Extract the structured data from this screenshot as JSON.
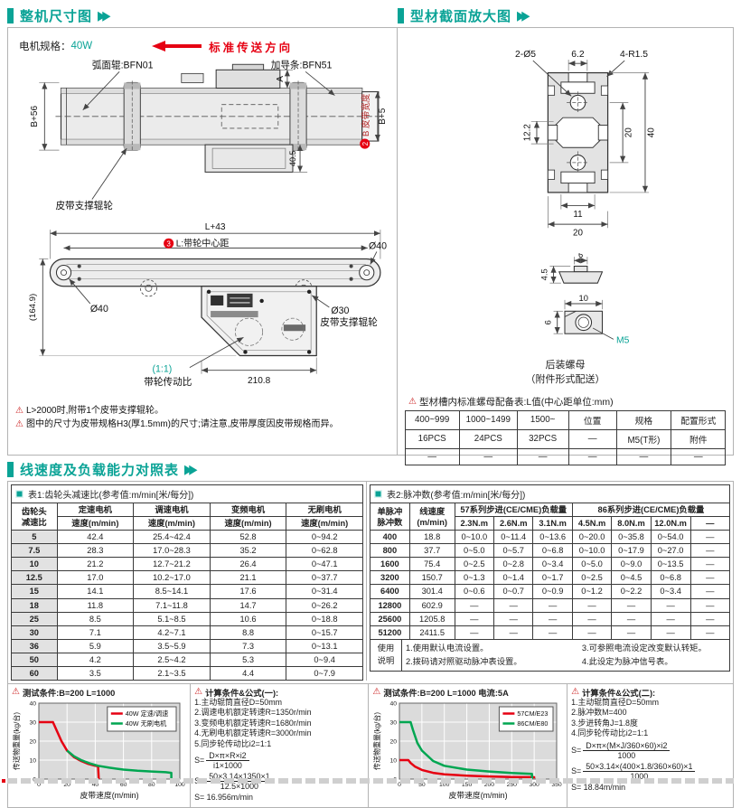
{
  "icons": {
    "warning": "⚠",
    "play": "▶▶"
  },
  "colors": {
    "teal": "#0aa396",
    "red": "#e60012",
    "green": "#00a651"
  },
  "sections": {
    "s1": "整机尺寸图",
    "s2": "型材截面放大图",
    "s3": "线速度及负载能力对照表"
  },
  "header_left": {
    "motor_label": "电机规格：",
    "motor_value": "40W",
    "direction": "标准传送方向"
  },
  "drawing_top": {
    "label_arc_roller": "弧面辊:BFN01",
    "label_guide": "加导条:BFN51",
    "label_support": "皮带支撑辊轮",
    "dim_b56": "B+56",
    "dim_a": "A",
    "dim_405": "40.5",
    "belt_badge": "2",
    "belt_width_label": "B 皮带宽度",
    "dim_b5": "B+5"
  },
  "drawing_side": {
    "dim_l43": "L+43",
    "center_badge": "3",
    "center_label": "L:带轮中心距",
    "dim_1649": "(164.9)",
    "dia40_left": "Ø40",
    "dia40_right": "Ø40",
    "dia30": "Ø30",
    "support_label": "皮带支撑辊轮",
    "ratio_value": "(1:1)",
    "ratio_label": "带轮传动比",
    "dim_2108": "210.8"
  },
  "notes": [
    "L>2000时,附带1个皮带支撑辊轮。",
    "图中的尺寸为皮带规格H3(厚1.5mm)的尺寸;请注意,皮带厚度因皮带规格而异。"
  ],
  "profile": {
    "dim_2d5": "2-Ø5",
    "dim_62": "6.2",
    "dim_4r15": "4-R1.5",
    "dim_122": "12.2",
    "dim_20_inner": "20",
    "dim_40": "40",
    "dim_11": "11",
    "dim_20_outer": "20"
  },
  "nut": {
    "dim_6_top": "6",
    "dim_45": "4.5",
    "dim_10": "10",
    "dim_6_side": "6",
    "thread": "M5",
    "caption1": "后装螺母",
    "caption2": "（附件形式配送）"
  },
  "nut_table": {
    "title": "型材槽内标准螺母配备表:L值(中心距单位:mm)",
    "rows": [
      [
        "400~999",
        "1000~1499",
        "1500~",
        "位置",
        "规格",
        "配置形式"
      ],
      [
        "16PCS",
        "24PCS",
        "32PCS",
        "—",
        "M5(T形)",
        "附件"
      ],
      [
        "—",
        "—",
        "—",
        "—",
        "—",
        "—"
      ]
    ]
  },
  "table1": {
    "title": "表1:齿轮头减速比(参考值:m/min[米/每分])",
    "head_col_line1": "齿轮头",
    "head_col_line2": "减速比",
    "motor_headers": [
      "定速电机",
      "调速电机",
      "变频电机",
      "无刷电机"
    ],
    "speed_header": "速度(m/min)",
    "rows": [
      [
        "5",
        "42.4",
        "25.4~42.4",
        "52.8",
        "0~94.2"
      ],
      [
        "7.5",
        "28.3",
        "17.0~28.3",
        "35.2",
        "0~62.8"
      ],
      [
        "10",
        "21.2",
        "12.7~21.2",
        "26.4",
        "0~47.1"
      ],
      [
        "12.5",
        "17.0",
        "10.2~17.0",
        "21.1",
        "0~37.7"
      ],
      [
        "15",
        "14.1",
        "8.5~14.1",
        "17.6",
        "0~31.4"
      ],
      [
        "18",
        "11.8",
        "7.1~11.8",
        "14.7",
        "0~26.2"
      ],
      [
        "25",
        "8.5",
        "5.1~8.5",
        "10.6",
        "0~18.8"
      ],
      [
        "30",
        "7.1",
        "4.2~7.1",
        "8.8",
        "0~15.7"
      ],
      [
        "36",
        "5.9",
        "3.5~5.9",
        "7.3",
        "0~13.1"
      ],
      [
        "50",
        "4.2",
        "2.5~4.2",
        "5.3",
        "0~9.4"
      ],
      [
        "60",
        "3.5",
        "2.1~3.5",
        "4.4",
        "0~7.9"
      ]
    ]
  },
  "table2": {
    "title": "表2:脉冲数(参考值:m/min[米/每分])",
    "head_col1_line1": "单脉冲",
    "head_col1_line2": "脉冲数",
    "head_col2_line1": "线速度",
    "head_col2_line2": "(m/min)",
    "group57": "57系列步进(CE/CME)负载量",
    "group86": "86系列步进(CE/CME)负载量",
    "sub_headers": [
      "2.3N.m",
      "2.6N.m",
      "3.1N.m",
      "4.5N.m",
      "8.0N.m",
      "12.0N.m",
      "—"
    ],
    "rows": [
      [
        "400",
        "18.8",
        "0~10.0",
        "0~11.4",
        "0~13.6",
        "0~20.0",
        "0~35.8",
        "0~54.0",
        "—"
      ],
      [
        "800",
        "37.7",
        "0~5.0",
        "0~5.7",
        "0~6.8",
        "0~10.0",
        "0~17.9",
        "0~27.0",
        "—"
      ],
      [
        "1600",
        "75.4",
        "0~2.5",
        "0~2.8",
        "0~3.4",
        "0~5.0",
        "0~9.0",
        "0~13.5",
        "—"
      ],
      [
        "3200",
        "150.7",
        "0~1.3",
        "0~1.4",
        "0~1.7",
        "0~2.5",
        "0~4.5",
        "0~6.8",
        "—"
      ],
      [
        "6400",
        "301.4",
        "0~0.6",
        "0~0.7",
        "0~0.9",
        "0~1.2",
        "0~2.2",
        "0~3.4",
        "—"
      ],
      [
        "12800",
        "602.9",
        "—",
        "—",
        "—",
        "—",
        "—",
        "—",
        "—"
      ],
      [
        "25600",
        "1205.8",
        "—",
        "—",
        "—",
        "—",
        "—",
        "—",
        "—"
      ],
      [
        "51200",
        "2411.5",
        "—",
        "—",
        "—",
        "—",
        "—",
        "—",
        "—"
      ]
    ]
  },
  "usage": {
    "label_line1": "使用",
    "label_line2": "说明",
    "notes_left": [
      "1.使用默认电流设置。",
      "2.拨码请对照驱动脉冲表设置。"
    ],
    "notes_right": [
      "3.可参照电流设定改变默认转矩。",
      "4.此设定为脉冲信号表。"
    ]
  },
  "chart_data": [
    {
      "type": "line",
      "condition": "测试条件:B=200  L=1000",
      "xlabel": "皮带速度(m/min)",
      "ylabel": "传送物重量(kg/台)",
      "xlim": [
        0,
        100
      ],
      "ylim": [
        0,
        40
      ],
      "xticks": [
        0,
        20,
        40,
        60,
        80,
        100
      ],
      "yticks": [
        0,
        10,
        20,
        30,
        40
      ],
      "grid": true,
      "legend_position": "top-right",
      "series": [
        {
          "name": "40W 定速/调速",
          "color": "#e60012",
          "points": [
            [
              0,
              30
            ],
            [
              10,
              30
            ],
            [
              13,
              25
            ],
            [
              16,
              20
            ],
            [
              20,
              15
            ],
            [
              25,
              11.5
            ],
            [
              30,
              9.5
            ],
            [
              35,
              8
            ],
            [
              40,
              7
            ],
            [
              42,
              6.8
            ],
            [
              42.5,
              0
            ]
          ]
        },
        {
          "name": "40W 无刷电机",
          "color": "#00a651",
          "points": [
            [
              20,
              15
            ],
            [
              25,
              12
            ],
            [
              30,
              10
            ],
            [
              36,
              8.3
            ],
            [
              42,
              7
            ],
            [
              50,
              6
            ],
            [
              60,
              5
            ],
            [
              70,
              4.4
            ],
            [
              80,
              4
            ],
            [
              90,
              3.6
            ],
            [
              94,
              3.3
            ],
            [
              94,
              0
            ]
          ]
        }
      ]
    },
    {
      "type": "line",
      "condition": "测试条件:B=200  L=1000  电流:5A",
      "xlabel": "皮带速度(m/min)",
      "ylabel": "传送物重量(kg/台)",
      "xlim": [
        0,
        350
      ],
      "ylim": [
        0,
        40
      ],
      "xticks": [
        0,
        50,
        100,
        150,
        200,
        250,
        300,
        350
      ],
      "yticks": [
        0,
        10,
        20,
        30,
        40
      ],
      "grid": true,
      "legend_position": "top-right",
      "series": [
        {
          "name": "57CM/E23",
          "color": "#e60012",
          "points": [
            [
              0,
              10
            ],
            [
              20,
              10
            ],
            [
              25,
              8.5
            ],
            [
              35,
              6.5
            ],
            [
              50,
              4.8
            ],
            [
              75,
              3.3
            ],
            [
              100,
              2.5
            ],
            [
              150,
              1.8
            ],
            [
              200,
              1.4
            ],
            [
              250,
              1.1
            ],
            [
              300,
              1
            ],
            [
              300,
              0.4
            ]
          ]
        },
        {
          "name": "86CM/E80",
          "color": "#00a651",
          "points": [
            [
              0,
              30
            ],
            [
              25,
              30
            ],
            [
              30,
              26
            ],
            [
              40,
              19
            ],
            [
              50,
              15
            ],
            [
              75,
              9.5
            ],
            [
              100,
              7
            ],
            [
              150,
              5
            ],
            [
              200,
              4
            ],
            [
              250,
              3.2
            ],
            [
              295,
              2.7
            ],
            [
              295,
              0
            ]
          ]
        }
      ]
    }
  ],
  "formula1": {
    "title": "计算条件&公式(一):",
    "lines": [
      "1.主动辊筒直径D=50mm",
      "2.调速电机额定转速R=1350r/min",
      "3.变频电机额定转速R=1680r/min",
      "4.无刷电机额定转速R=3000r/min",
      "5.同步轮传动比i2=1:1"
    ],
    "s_label": "S=",
    "f1_num": "D×π×R×i2",
    "f1_den": "i1×1000",
    "f2_num": "50×3.14×1350×1",
    "f2_den": "12.5×1000",
    "result": "S= 16.956m/min"
  },
  "formula2": {
    "title": "计算条件&公式(二):",
    "lines": [
      "1.主动辊筒直径D=50mm",
      "2.脉冲数M=400",
      "3.步进转角J=1.8度",
      "4.同步轮传动比i2=1:1"
    ],
    "s_label": "S=",
    "f1_num": "D×π×(M×J/360×60)×i2",
    "f1_den": "1000",
    "f2_num": "50×3.14×(400×1.8/360×60)×1",
    "f2_den": "1000",
    "result": "S= 18.84m/min"
  }
}
